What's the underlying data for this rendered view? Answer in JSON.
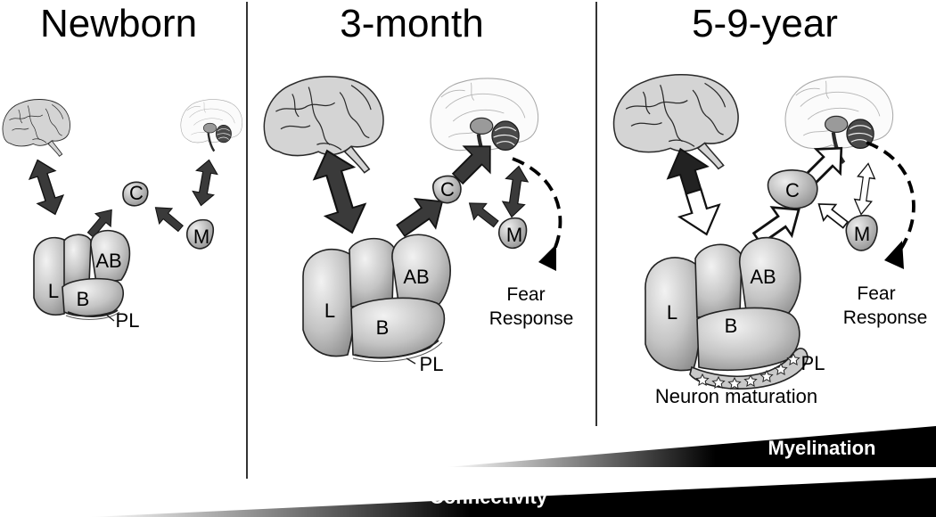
{
  "panels": [
    {
      "title": "Newborn"
    },
    {
      "title": "3-month"
    },
    {
      "title": "5-9-year"
    }
  ],
  "nuclei": {
    "lateral": "L",
    "basal": "B",
    "accessory_basal": "AB",
    "paralaminar": "PL",
    "central": "C",
    "medial": "M"
  },
  "fear_response": {
    "line1": "Fear",
    "line2": "Response"
  },
  "neuron_maturation": "Neuron maturation",
  "bars": {
    "myelination": "Myelination",
    "connectivity": "Connectivity"
  }
}
